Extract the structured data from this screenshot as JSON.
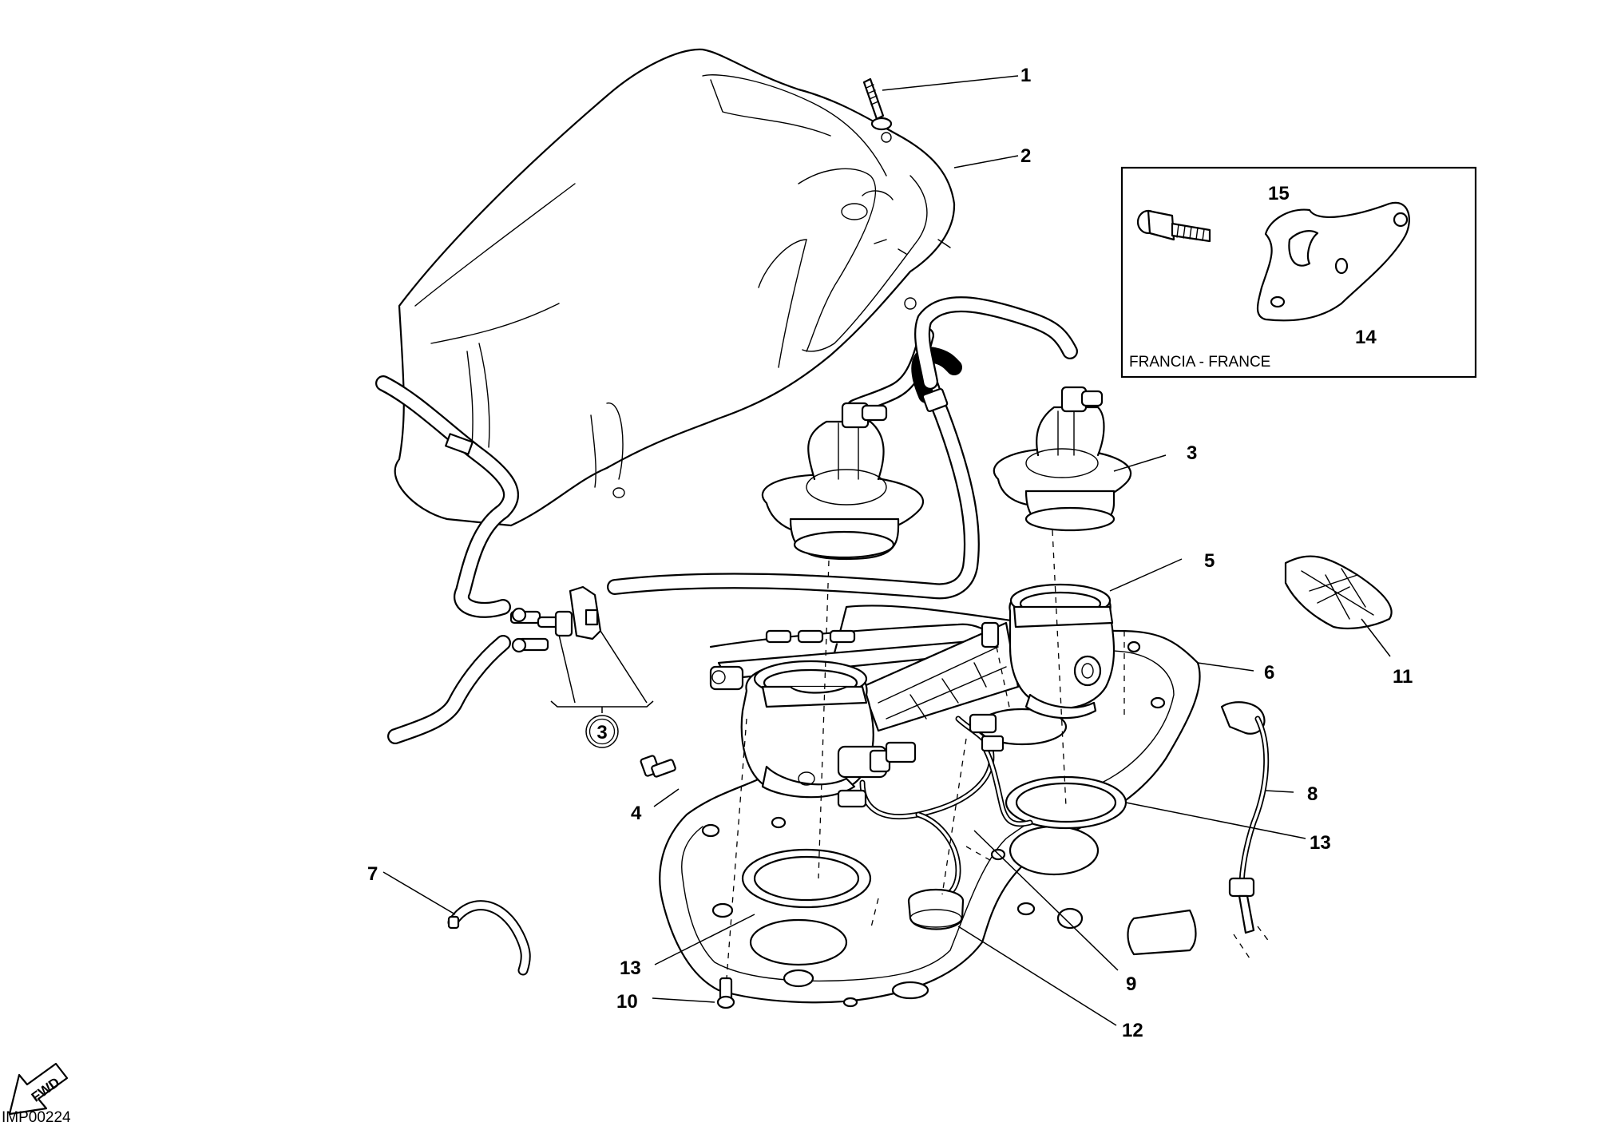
{
  "diagram": {
    "drawing_code": "IMP00224",
    "direction_marker": "FWD",
    "inset": {
      "caption": "FRANCIA - FRANCE"
    },
    "subgroup_ref": "3",
    "callouts": {
      "c1": "1",
      "c2": "2",
      "c3": "3",
      "c4": "4",
      "c5": "5",
      "c6": "6",
      "c7": "7",
      "c8": "8",
      "c9": "9",
      "c10": "10",
      "c11": "11",
      "c12": "12",
      "c13a": "13",
      "c13b": "13",
      "c14": "14",
      "c15": "15"
    }
  },
  "icons": {
    "fwd": "fwd-arrow-icon",
    "ref": "circled-reference-icon"
  },
  "colors": {
    "line": "#000000",
    "background": "#ffffff"
  }
}
